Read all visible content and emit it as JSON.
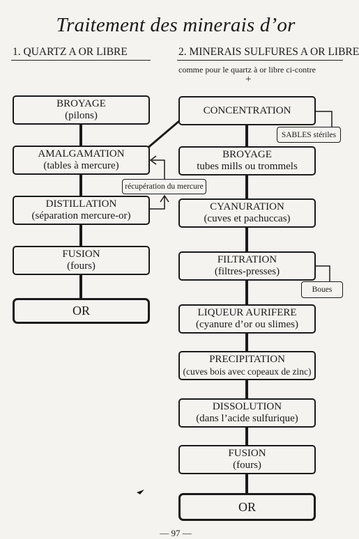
{
  "title": "Traitement des minerais d’or",
  "col1": {
    "heading": "1. QUARTZ A OR LIBRE",
    "steps": [
      {
        "line1": "BROYAGE",
        "line2": "(pilons)"
      },
      {
        "line1": "AMALGAMATION",
        "line2": "(tables à mercure)"
      },
      {
        "line1": "DISTILLATION",
        "line2": "(séparation mercure-or)"
      },
      {
        "line1": "FUSION",
        "line2": "(fours)"
      }
    ],
    "final": "OR",
    "recovery_label": "récupération du mercure"
  },
  "col2": {
    "heading": "2. MINERAIS SULFURES A OR LIBRE",
    "note": "comme pour le quartz à or libre ci-contre",
    "plus": "+",
    "steps": [
      {
        "line1": "CONCENTRATION",
        "line2": ""
      },
      {
        "line1": "BROYAGE",
        "line2": "tubes mills ou trommels"
      },
      {
        "line1": "CYANURATION",
        "line2": "(cuves et pachuccas)"
      },
      {
        "line1": "FILTRATION",
        "line2": "(filtres-presses)"
      },
      {
        "line1": "LIQUEUR AURIFERE",
        "line2": "(cyanure d’or ou slimes)"
      },
      {
        "line1": "PRECIPITATION",
        "line2": "(cuves bois avec copeaux de zinc)"
      },
      {
        "line1": "DISSOLUTION",
        "line2": "(dans l’acide sulfurique)"
      },
      {
        "line1": "FUSION",
        "line2": "(fours)"
      }
    ],
    "final": "OR",
    "waste_sands": "SABLES stériles",
    "waste_muds": "Boues"
  },
  "page_number": "— 97 —"
}
